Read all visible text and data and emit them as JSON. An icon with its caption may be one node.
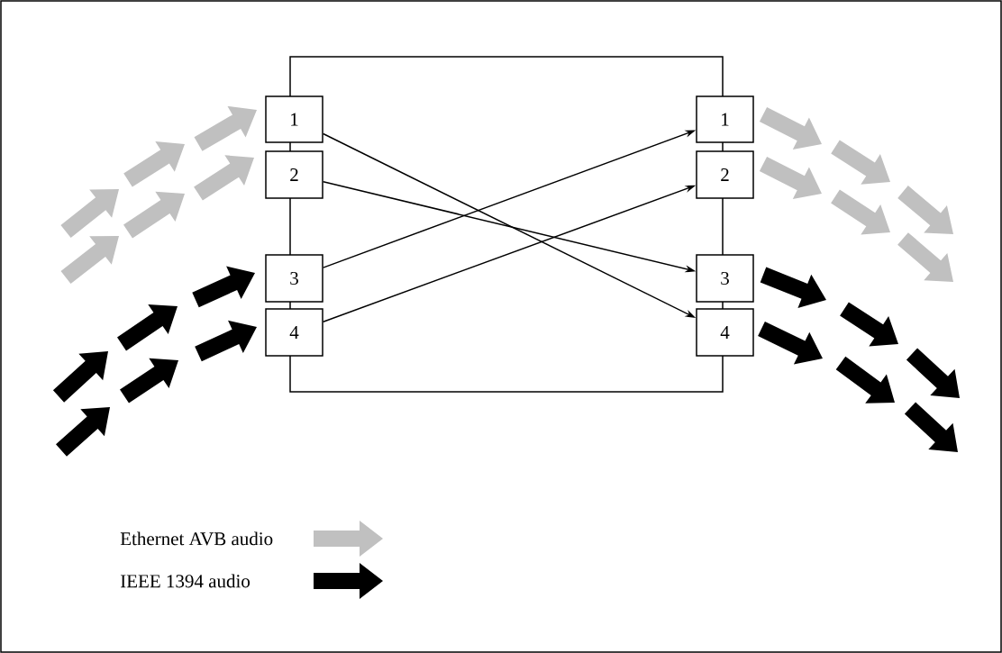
{
  "diagram": {
    "nodes": [
      {
        "text": [
          "1"
        ]
      },
      {
        "text": [
          "2"
        ]
      },
      {
        "text": [
          "3"
        ]
      },
      {
        "text": [
          "4"
        ]
      },
      {
        "text": [
          "1"
        ]
      },
      {
        "text": [
          "2"
        ]
      },
      {
        "text": [
          "3"
        ]
      },
      {
        "text": [
          "4"
        ]
      }
    ],
    "edges": [
      {
        "from": 0,
        "to": 7,
        "arrow": "to"
      },
      {
        "from": 1,
        "to": 6,
        "arrow": "to"
      },
      {
        "from": 2,
        "to": 4,
        "arrow": "to"
      },
      {
        "from": 3,
        "to": 5,
        "arrow": "to"
      }
    ],
    "legend": [
      {
        "text": "Ethernet AVB audio",
        "color": "#c0c0c0"
      },
      {
        "text": "IEEE 1394 audio",
        "color": "#000000"
      }
    ]
  }
}
